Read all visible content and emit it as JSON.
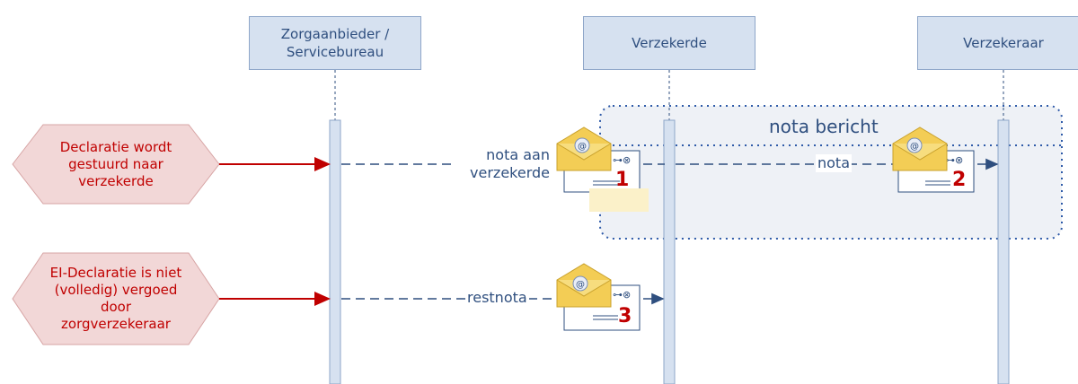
{
  "lanes": [
    {
      "label": "Zorgaanbieder / Servicebureau"
    },
    {
      "label": "Verzekerde"
    },
    {
      "label": "Verzekeraar"
    }
  ],
  "triggers": [
    {
      "label": "Declaratie wordt gestuurd naar verzekerde"
    },
    {
      "label": "EI-Declaratie is niet (volledig) vergoed door zorgverzekeraar"
    }
  ],
  "messages": [
    {
      "label": "nota aan verzekerde",
      "number": "1"
    },
    {
      "label": "nota",
      "number": "2"
    },
    {
      "label": "restnota",
      "number": "3"
    }
  ],
  "group": {
    "label": "nota bericht"
  },
  "colors": {
    "lane_fill": "#d6e1f0",
    "lane_border": "#8ea6c9",
    "trigger_fill": "#f2d7d7",
    "trigger_text": "#c00000",
    "arrow": "#2f4f7f",
    "trigger_arrow": "#c00000"
  }
}
